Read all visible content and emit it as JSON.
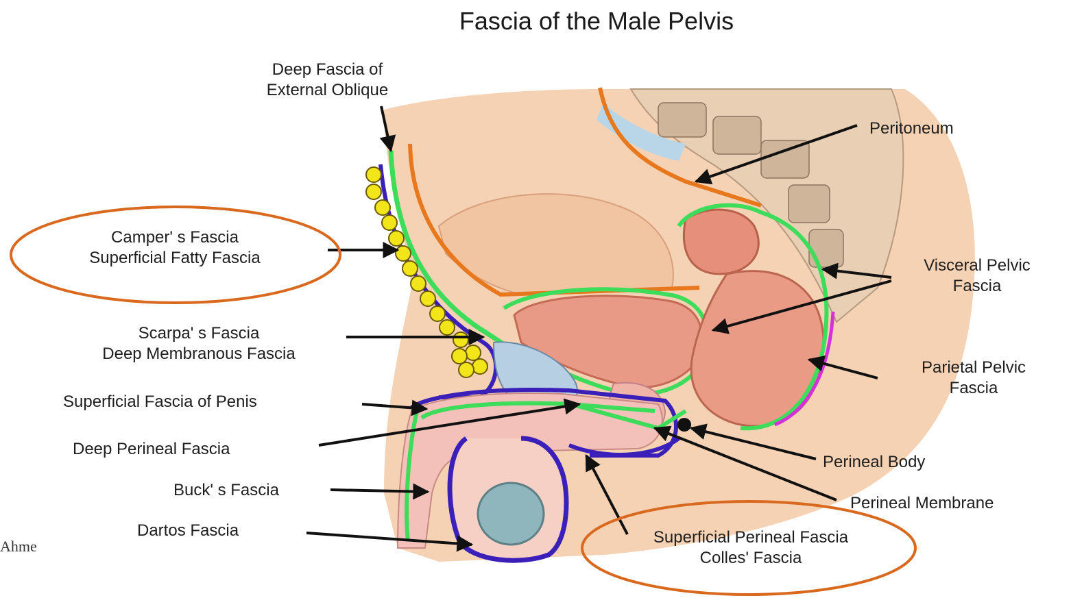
{
  "title": "Fascia of the Male Pelvis",
  "labels": {
    "deep_fascia_external_oblique": [
      "Deep Fascia of",
      "External Oblique"
    ],
    "campers_fascia": [
      "Camper' s Fascia",
      "Superficial Fatty Fascia"
    ],
    "scarpas_fascia": [
      "Scarpa' s Fascia",
      "Deep Membranous Fascia"
    ],
    "superficial_fascia_penis": "Superficial Fascia of Penis",
    "deep_perineal_fascia": "Deep Perineal Fascia",
    "bucks_fascia": "Buck' s Fascia",
    "dartos_fascia": "Dartos Fascia",
    "peritoneum": "Peritoneum",
    "visceral_pelvic_fascia": [
      "Visceral Pelvic",
      "Fascia"
    ],
    "parietal_pelvic_fascia": [
      "Parietal Pelvic",
      "Fascia"
    ],
    "perineal_body": "Perineal Body",
    "perineal_membrane": "Perineal Membrane",
    "superficial_perineal_fascia": [
      "Superficial Perineal Fascia",
      "Colles' Fascia"
    ]
  },
  "edge_text": "Ahme",
  "colors": {
    "highlight_ellipse": "#d9691e",
    "fascia_green": "#3ddc5a",
    "fascia_blue": "#3a1fb8",
    "peritoneum_orange": "#e8781e",
    "fat_yellow": "#f2e51a",
    "parietal_magenta": "#d431d8",
    "tissue": "#f2c7a6"
  }
}
